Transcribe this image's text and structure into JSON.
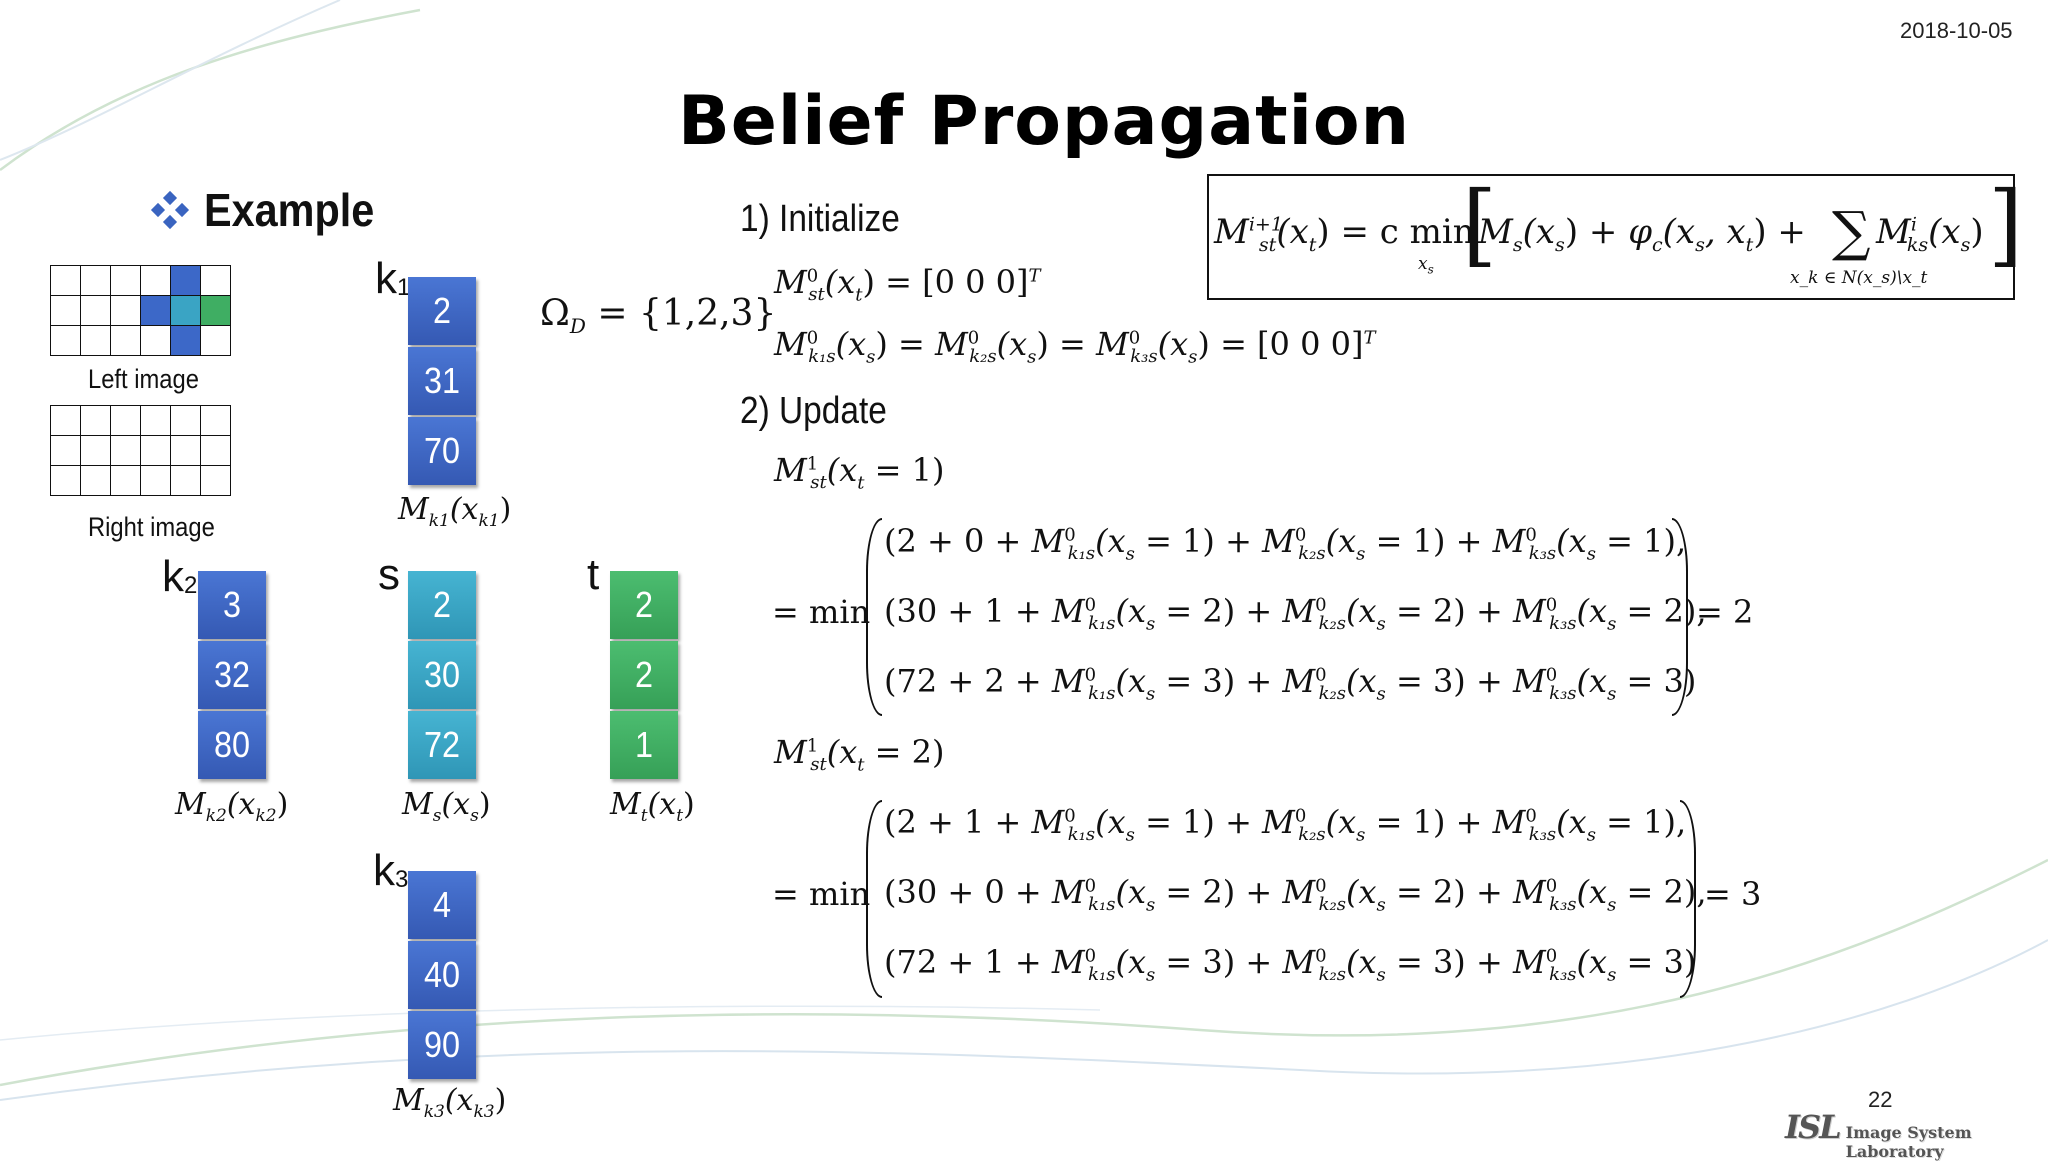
{
  "header": {
    "date": "2018-10-05",
    "title": "Belief Propagation"
  },
  "example": {
    "heading": "Example",
    "left_image_caption": "Left image",
    "right_image_caption": "Right image"
  },
  "nodes": {
    "k1": {
      "label": "k",
      "sub": "1",
      "values": [
        "2",
        "31",
        "70"
      ],
      "caption": "M",
      "caption_sub": "k1",
      "caption_arg": "(x",
      "caption_arg_sub": "k1",
      "caption_close": ")"
    },
    "k2": {
      "label": "k",
      "sub": "2",
      "values": [
        "3",
        "32",
        "80"
      ],
      "caption": "M",
      "caption_sub": "k2",
      "caption_arg": "(x",
      "caption_arg_sub": "k2",
      "caption_close": ")"
    },
    "s": {
      "label": "s",
      "values": [
        "2",
        "30",
        "72"
      ],
      "caption": "M",
      "caption_sub": "s",
      "caption_arg": "(x",
      "caption_arg_sub": "s",
      "caption_close": ")"
    },
    "t": {
      "label": "t",
      "values": [
        "2",
        "2",
        "1"
      ],
      "caption": "M",
      "caption_sub": "t",
      "caption_arg": "(x",
      "caption_arg_sub": "t",
      "caption_close": ")"
    },
    "k3": {
      "label": "k",
      "sub": "3",
      "values": [
        "4",
        "40",
        "90"
      ],
      "caption": "M",
      "caption_sub": "k3",
      "caption_arg": "(x",
      "caption_arg_sub": "k3",
      "caption_close": ")"
    }
  },
  "domain": {
    "symbol": "Ω",
    "sub": "D",
    "set": " = {1,2,3}"
  },
  "update_rule": {
    "lhs": "M",
    "lhs_sup": "i+1",
    "lhs_sub": "st",
    "lhs_arg": "(x",
    "lhs_arg_sub": "t",
    "lhs_arg_close": ") = c min",
    "min_sub": "x",
    "min_sub_sub": "s",
    "term1": "M",
    "term1_sub": "s",
    "term1_arg": "(x",
    "term1_arg_sub": "s",
    "term1_arg_close": ") + ",
    "phi": "φ",
    "phi_sub": "c",
    "phi_arg": "(x",
    "phi_arg_sub1": "s",
    "phi_arg_mid": ", x",
    "phi_arg_sub2": "t",
    "phi_arg_close": ") + ",
    "sum": "∑",
    "sum_sub": "x_k ∈ N(x_s)\\x_t",
    "term2": "M",
    "term2_sup": "i",
    "term2_sub": "ks",
    "term2_arg": "(x",
    "term2_arg_sub": "s",
    "term2_arg_close": ")"
  },
  "steps": {
    "initialize": "1) Initialize",
    "init_line1": {
      "a": "M",
      "sup": "0",
      "sub": "st",
      "arg": "(x",
      "arg_sub": "t",
      "rest": ") = [0   0   0]",
      "T": "T"
    },
    "init_line2": "M⁰k₁s(xs) = M⁰k₂s(xs) = M⁰k₃s(xs) = [0   0   0]",
    "init_line2_parts": {
      "m1": "M",
      "m1_sup": "0",
      "m1_sub": "k₁s",
      "arg1": "(x",
      "arg1_sub": "s",
      "eq1": ") = ",
      "m2": "M",
      "m2_sup": "0",
      "m2_sub": "k₂s",
      "arg2": "(x",
      "arg2_sub": "s",
      "eq2": ") = ",
      "m3": "M",
      "m3_sup": "0",
      "m3_sub": "k₃s",
      "arg3": "(x",
      "arg3_sub": "s",
      "rest": ") = [0   0   0]",
      "T": "T"
    },
    "update": "2) Update"
  },
  "updates": [
    {
      "head": {
        "m": "M",
        "sup": "1",
        "sub": "st",
        "arg": "(x",
        "arg_sub": "t",
        "val": " = 1)"
      },
      "prefix": "= min",
      "rows": [
        {
          "lead": "(2 + 0 + ",
          "x": "1",
          "tail": "),",
          "terms": [
            "k₁s",
            "k₂s",
            "k₃s"
          ]
        },
        {
          "lead": "(30 + 1 + ",
          "x": "2",
          "tail": "),",
          "terms": [
            "k₁s",
            "k₂s",
            "k₃s"
          ]
        },
        {
          "lead": "(72 + 2 + ",
          "x": "3",
          "tail": ")",
          "terms": [
            "k₁s",
            "k₂s",
            "k₃s"
          ]
        }
      ],
      "result": "= 2"
    },
    {
      "head": {
        "m": "M",
        "sup": "1",
        "sub": "st",
        "arg": "(x",
        "arg_sub": "t",
        "val": " = 2)"
      },
      "prefix": "= min",
      "rows": [
        {
          "lead": "(2 + 1 + ",
          "x": "1",
          "tail": "),",
          "terms": [
            "k₁s",
            "k₂s",
            "k₃s"
          ]
        },
        {
          "lead": "(30 + 0 + ",
          "x": "2",
          "tail": "),",
          "terms": [
            "k₁s",
            "k₂s",
            "k₃s"
          ]
        },
        {
          "lead": "(72 + 1 + ",
          "x": "3",
          "tail": ")",
          "terms": [
            "k₁s",
            "k₂s",
            "k₃s"
          ]
        }
      ],
      "result": "= 3"
    }
  ],
  "footer": {
    "page_number": "22",
    "logo_mark": "ISL",
    "logo_text": "Image System Laboratory"
  },
  "colors": {
    "blue": "#3c68c8",
    "teal": "#3aa4c4",
    "green": "#3fae63",
    "bullet": "#3a64c0"
  }
}
